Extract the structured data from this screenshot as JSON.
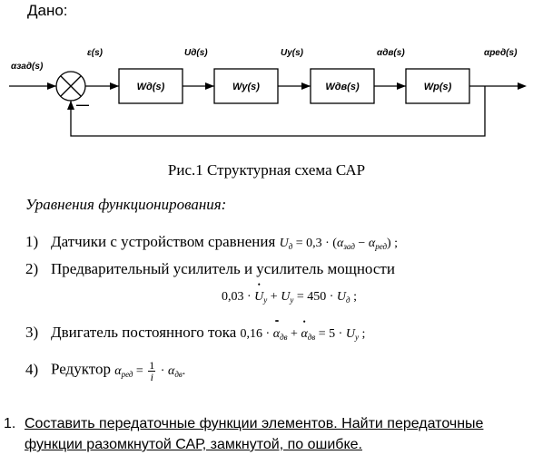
{
  "header": {
    "given": "Дано:"
  },
  "diagram": {
    "input_signal": "αзад(s)",
    "error_signal": "ε(s)",
    "feedback_sign": "—",
    "blocks": [
      {
        "label": "Wд(s)",
        "output": "Uд(s)"
      },
      {
        "label": "Wу(s)",
        "output": "Uу(s)"
      },
      {
        "label": "Wдв(s)",
        "output": "αдв(s)"
      },
      {
        "label": "Wр(s)",
        "output": "αред(s)"
      }
    ]
  },
  "caption": "Рис.1 Структурная схема САР",
  "equations_heading": "Уравнения функционирования:",
  "items": [
    {
      "num": "1)",
      "text": "Датчики с устройством сравнения"
    },
    {
      "num": "2)",
      "text": "Предварительный усилитель и усилитель мощности"
    },
    {
      "num": "3)",
      "text": "Двигатель постоянного тока"
    },
    {
      "num": "4)",
      "text": "Редуктор"
    }
  ],
  "formulas": {
    "f1": {
      "lhs": "U",
      "lhs_sub": "д",
      "rhs_coef": "= 0,3 · (",
      "a1": "α",
      "a1_sub": "зад",
      "minus": " − ",
      "a2": "α",
      "a2_sub": "ред",
      "close": ") ;"
    },
    "f2": {
      "coef1": "0,03 · ",
      "u1": "U",
      "u1_sub": "у",
      "plus": " + ",
      "u2": "U",
      "u2_sub": "у",
      "eq": " = 450 · ",
      "u3": "U",
      "u3_sub": "д",
      "end": " ;"
    },
    "f3": {
      "coef1": "0,16 · ",
      "a1": "α",
      "a1_sub": "дв",
      "plus": " + ",
      "a2": "α",
      "a2_sub": "дв",
      "eq": " = 5 · ",
      "u": "U",
      "u_sub": "у",
      "end": " ;"
    },
    "f4": {
      "lhs": "α",
      "lhs_sub": "ред",
      "eq": " = ",
      "frac_num": "1",
      "frac_den": "i",
      "mul": " · ",
      "rhs": "α",
      "rhs_sub": "дв",
      "end": "."
    }
  },
  "task": {
    "num": "1.",
    "text": "Составить передаточные функции элементов. Найти передаточные функции разомкнутой САР, замкнутой, по ошибке."
  }
}
